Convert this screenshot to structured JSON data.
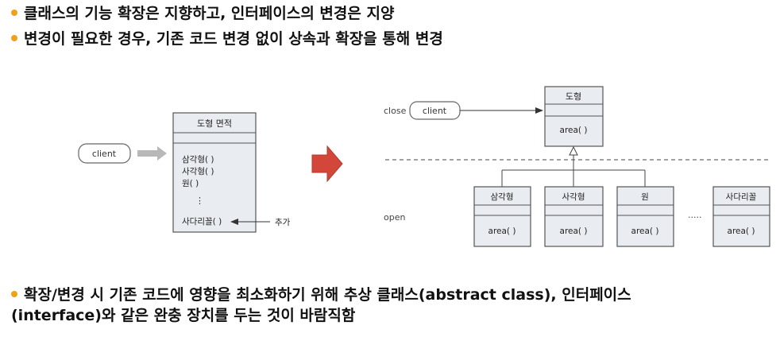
{
  "bullets": [
    "클래스의 기능 확장은 지향하고, 인터페이스의 변경은 지양",
    "변경이 필요한 경우, 기존 코드 변경 없이 상속과 확장을 통해 변경"
  ],
  "bottom_bullet": {
    "line1": "확장/변경 시 기존 코드에 영향을 최소화하기 위해 추상 클래스(abstract class), 인터페이스",
    "line2": "(interface)와 같은 완충 장치를 두는 것이 바람직함"
  },
  "left_diagram": {
    "client": "client",
    "class_name": "도형 면적",
    "methods": [
      "삼각형( )",
      "사각형( )",
      "원( )",
      "⋮",
      "사다리꼴( )"
    ],
    "added_label": "추가"
  },
  "right_diagram": {
    "close_label": "close",
    "open_label": "open",
    "client": "client",
    "parent_name": "도형",
    "parent_method": "area( )",
    "children": [
      {
        "name": "삼각형",
        "method": "area( )"
      },
      {
        "name": "사각형",
        "method": "area( )"
      },
      {
        "name": "원",
        "method": "area( )"
      },
      {
        "name": "사다리꼴",
        "method": "area( )"
      }
    ],
    "ellipsis": "....."
  },
  "colors": {
    "bullet": "#f0a11a",
    "box_fill": "#e9ecf1",
    "box_stroke": "#555555",
    "arrow_red": "#d2473a",
    "arrow_gray": "#b8b8b8"
  }
}
